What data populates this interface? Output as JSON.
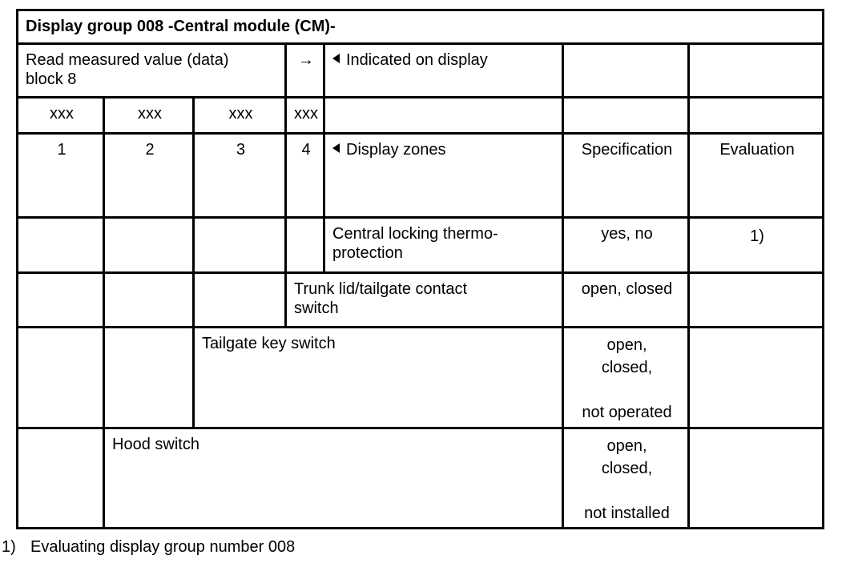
{
  "title": "Display group 008 -Central module (CM)-",
  "header": {
    "read_label": "Read measured value (data)\nblock 8",
    "arrow": "→",
    "indicated_label": "Indicated on display",
    "zone_placeholders": [
      "xxx",
      "xxx",
      "xxx",
      "xxx"
    ],
    "zone_numbers": [
      "1",
      "2",
      "3",
      "4"
    ],
    "zones_label": "Display zones",
    "specification_label": "Specification",
    "evaluation_label": "Evaluation"
  },
  "icons": {
    "indicated_marker": "left-triangle-icon",
    "display_zones_marker": "left-triangle-icon",
    "block_arrow": "right-arrow-icon"
  },
  "rows": [
    {
      "zone": 4,
      "description": "Central locking thermo-\nprotection",
      "specification": "yes, no",
      "evaluation": "1)"
    },
    {
      "zone": 3,
      "description": "Trunk lid/tailgate contact\nswitch",
      "specification": "open, closed",
      "evaluation": ""
    },
    {
      "zone": 2,
      "description": "Tailgate key switch",
      "spec_lines": [
        "open,",
        "closed,",
        "",
        "not operated"
      ],
      "evaluation": ""
    },
    {
      "zone": 1,
      "description": "Hood switch",
      "spec_lines": [
        "open,",
        "closed,",
        "",
        "not installed"
      ],
      "evaluation": ""
    }
  ],
  "footnote": {
    "marker": "1)",
    "text": "Evaluating display group number 008"
  }
}
